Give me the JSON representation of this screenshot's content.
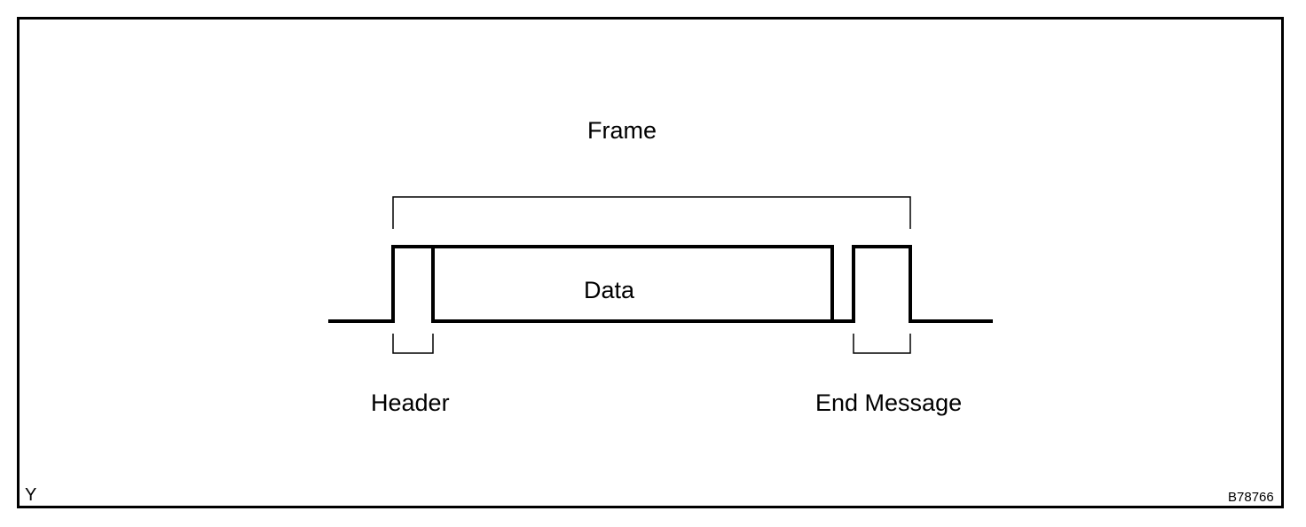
{
  "diagram": {
    "labels": {
      "frame": "Frame",
      "data": "Data",
      "header": "Header",
      "end_message": "End Message"
    },
    "corner_left": "Y",
    "figure_code": "B78766"
  }
}
